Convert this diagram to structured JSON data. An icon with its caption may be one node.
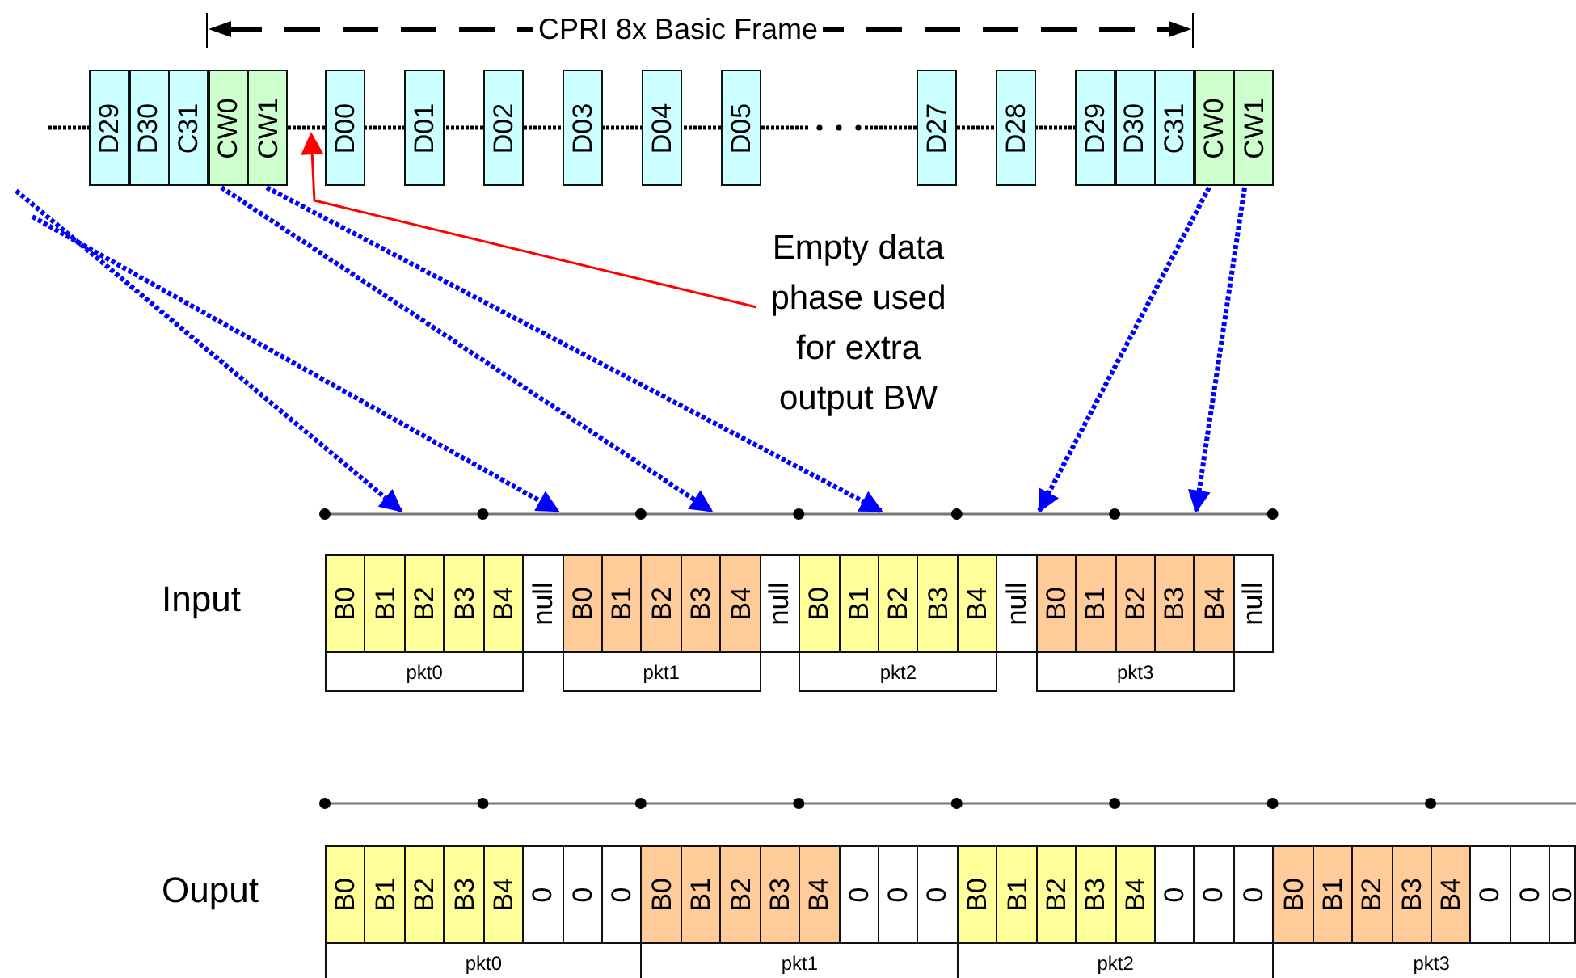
{
  "diagram": {
    "nodes": [
      {
        "text": [
          "D29"
        ]
      },
      {
        "text": [
          "D30"
        ]
      },
      {
        "text": [
          "C31"
        ]
      },
      {
        "text": [
          "CW0"
        ]
      },
      {
        "text": [
          "CW1"
        ]
      },
      {
        "text": [
          "D00"
        ]
      },
      {
        "text": [
          "D01"
        ]
      },
      {
        "text": [
          "D02"
        ]
      },
      {
        "text": [
          "D03"
        ]
      },
      {
        "text": [
          "D04"
        ]
      },
      {
        "text": [
          "D05"
        ]
      },
      {
        "text": [
          "D27"
        ]
      },
      {
        "text": [
          "D28"
        ]
      },
      {
        "text": [
          "D29"
        ]
      },
      {
        "text": [
          "D30"
        ]
      },
      {
        "text": [
          "C31"
        ]
      },
      {
        "text": [
          "CW0"
        ]
      },
      {
        "text": [
          "CW1"
        ]
      },
      {
        "text": [
          "Empty data phase used for extra output BW"
        ]
      },
      {
        "text": [],
        "shape": "line"
      },
      {
        "text": [
          "B0"
        ]
      },
      {
        "text": [
          "B1"
        ]
      },
      {
        "text": [
          "B2"
        ]
      },
      {
        "text": [
          "B3"
        ]
      },
      {
        "text": [
          "B4"
        ]
      },
      {
        "text": [
          "null"
        ]
      },
      {
        "text": [
          "B0"
        ]
      },
      {
        "text": [
          "B1"
        ]
      },
      {
        "text": [
          "B2"
        ]
      },
      {
        "text": [
          "B3"
        ]
      },
      {
        "text": [
          "B4"
        ]
      },
      {
        "text": [
          "null"
        ]
      },
      {
        "text": [
          "B0"
        ]
      },
      {
        "text": [
          "B1"
        ]
      },
      {
        "text": [
          "B2"
        ]
      },
      {
        "text": [
          "B3"
        ]
      },
      {
        "text": [
          "B4"
        ]
      },
      {
        "text": [
          "null"
        ]
      },
      {
        "text": [
          "B0"
        ]
      },
      {
        "text": [
          "B1"
        ]
      },
      {
        "text": [
          "B2"
        ]
      },
      {
        "text": [
          "B3"
        ]
      },
      {
        "text": [
          "B4"
        ]
      },
      {
        "text": [
          "null"
        ]
      },
      {
        "text": [
          "pkt0"
        ]
      },
      {
        "text": [
          "pkt1"
        ]
      },
      {
        "text": [
          "pkt2"
        ]
      },
      {
        "text": [
          "pkt3"
        ]
      },
      {
        "text": [
          "B0"
        ]
      },
      {
        "text": [
          "B1"
        ]
      },
      {
        "text": [
          "B2"
        ]
      },
      {
        "text": [
          "B3"
        ]
      },
      {
        "text": [
          "B4"
        ]
      },
      {
        "text": [
          "0"
        ]
      },
      {
        "text": [
          "0"
        ]
      },
      {
        "text": [
          "0"
        ]
      },
      {
        "text": [
          "B0"
        ]
      },
      {
        "text": [
          "B1"
        ]
      },
      {
        "text": [
          "B2"
        ]
      },
      {
        "text": [
          "B3"
        ]
      },
      {
        "text": [
          "B4"
        ]
      },
      {
        "text": [
          "0"
        ]
      },
      {
        "text": [
          "0"
        ]
      },
      {
        "text": [
          "0"
        ]
      },
      {
        "text": [
          "B0"
        ]
      },
      {
        "text": [
          "B1"
        ]
      },
      {
        "text": [
          "B2"
        ]
      },
      {
        "text": [
          "B3"
        ]
      },
      {
        "text": [
          "B4"
        ]
      },
      {
        "text": [
          "0"
        ]
      },
      {
        "text": [
          "0"
        ]
      },
      {
        "text": [
          "0"
        ]
      },
      {
        "text": [
          "B0"
        ]
      },
      {
        "text": [
          "B1"
        ]
      },
      {
        "text": [
          "B2"
        ]
      },
      {
        "text": [
          "B3"
        ]
      },
      {
        "text": [
          "B4"
        ]
      },
      {
        "text": [
          "0"
        ]
      },
      {
        "text": [
          "0"
        ]
      },
      {
        "text": [
          "0"
        ]
      },
      {
        "text": [
          "pkt0"
        ]
      },
      {
        "text": [
          "pkt1"
        ]
      },
      {
        "text": [
          "pkt2"
        ]
      },
      {
        "text": [
          "pkt3"
        ]
      },
      {
        "text": [],
        "shape": "line"
      }
    ],
    "edges": [
      {
        "from": null,
        "to": 19,
        "arrow": "to",
        "style": "dashed"
      },
      {
        "from": null,
        "to": 19,
        "arrow": "to",
        "style": "dashed"
      },
      {
        "from": 3,
        "to": 19,
        "arrow": "to",
        "style": "dashed"
      },
      {
        "from": 4,
        "to": 19,
        "arrow": "to",
        "style": "dashed"
      },
      {
        "from": 16,
        "to": 19,
        "arrow": "to",
        "style": "dashed"
      },
      {
        "from": 17,
        "to": 19,
        "arrow": "to",
        "style": "dashed"
      },
      {
        "from": 18,
        "to": 84,
        "arrow": "to",
        "color": "#ff0000"
      }
    ],
    "labels": [
      "CPRI 8x Basic Frame",
      "Input",
      "Ouput"
    ]
  }
}
